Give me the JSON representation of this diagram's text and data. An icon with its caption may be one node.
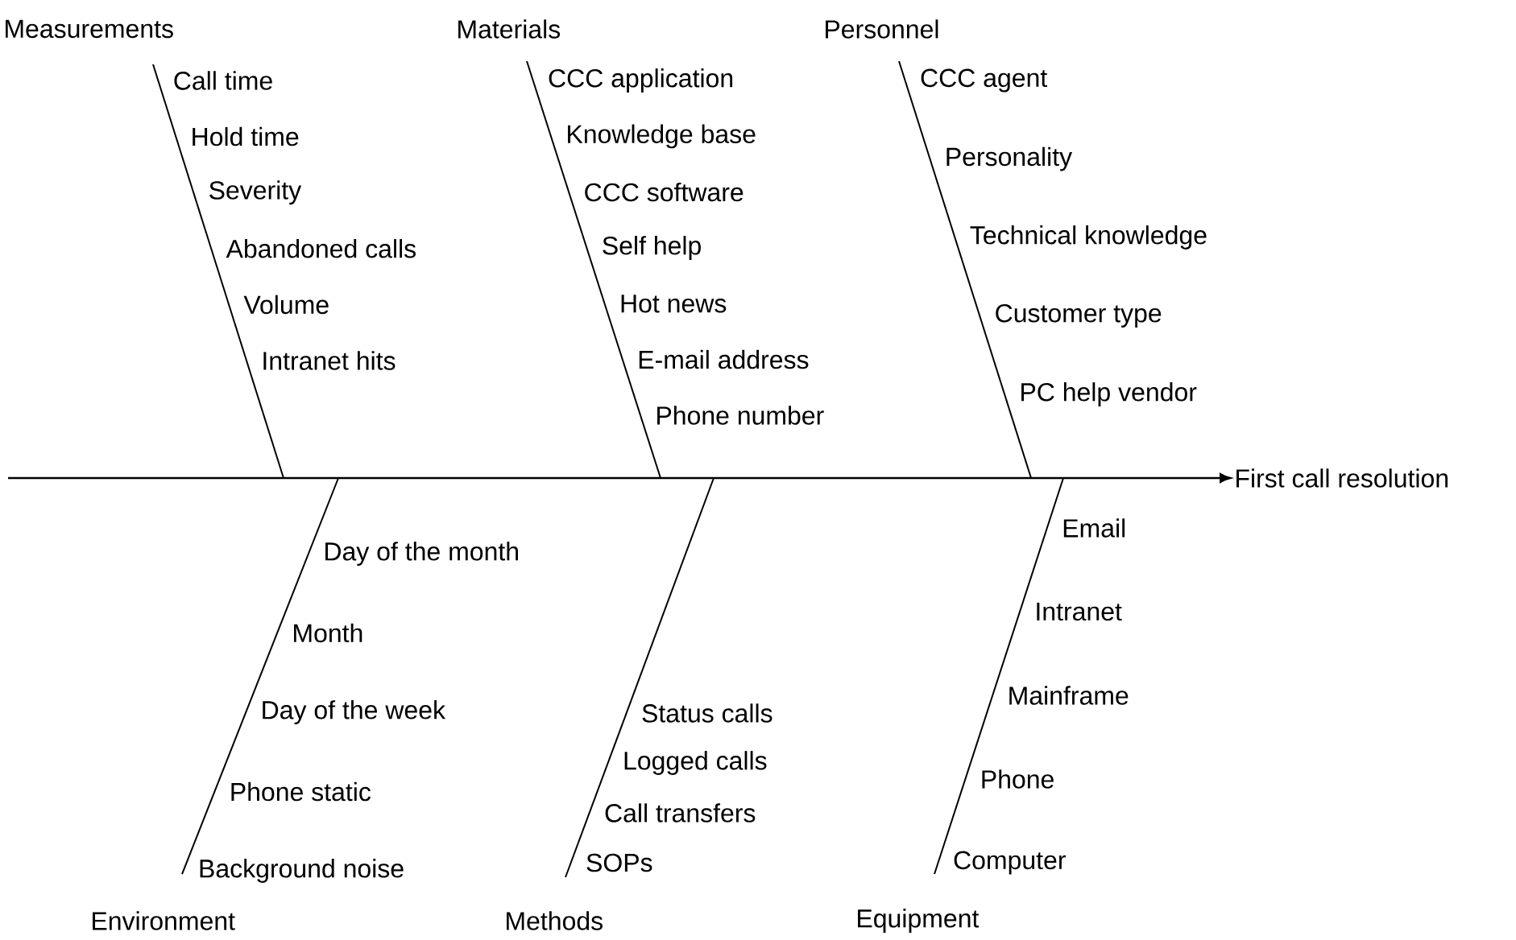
{
  "diagram": {
    "nodes": [
      {
        "text": [
          "Measurements"
        ],
        "beside": [
          "Call time",
          "Hold time",
          "Severity",
          "Abandoned calls",
          "Volume",
          "Intranet hits"
        ]
      },
      {
        "text": [
          "Materials"
        ],
        "beside": [
          "CCC application",
          "Knowledge base",
          "CCC software",
          "Self help",
          "Hot news",
          "E-mail address",
          "Phone number"
        ]
      },
      {
        "text": [
          "Personnel"
        ],
        "beside": [
          "CCC agent",
          "Personality",
          "Technical knowledge",
          "Customer type",
          "PC help vendor"
        ]
      },
      {
        "text": [
          "First call resolution"
        ]
      },
      {
        "text": [
          "Environment"
        ],
        "beside": [
          "Day of the month",
          "Month",
          "Day of the week",
          "Phone static",
          "Background noise"
        ]
      },
      {
        "text": [
          "Methods"
        ],
        "beside": [
          "Status calls",
          "Logged calls",
          "Call transfers",
          "SOPs"
        ]
      },
      {
        "text": [
          "Equipment"
        ],
        "beside": [
          "Email",
          "Intranet",
          "Mainframe",
          "Phone",
          "Computer"
        ]
      }
    ],
    "edges": [
      {
        "from": null,
        "to": 3,
        "arrow": "to"
      },
      {
        "from": 0,
        "to": null,
        "arrow": "none"
      },
      {
        "from": 1,
        "to": null,
        "arrow": "none"
      },
      {
        "from": 2,
        "to": null,
        "arrow": "none"
      },
      {
        "from": 4,
        "to": null,
        "arrow": "none"
      },
      {
        "from": 5,
        "to": null,
        "arrow": "none"
      },
      {
        "from": 6,
        "to": null,
        "arrow": "none"
      }
    ]
  }
}
